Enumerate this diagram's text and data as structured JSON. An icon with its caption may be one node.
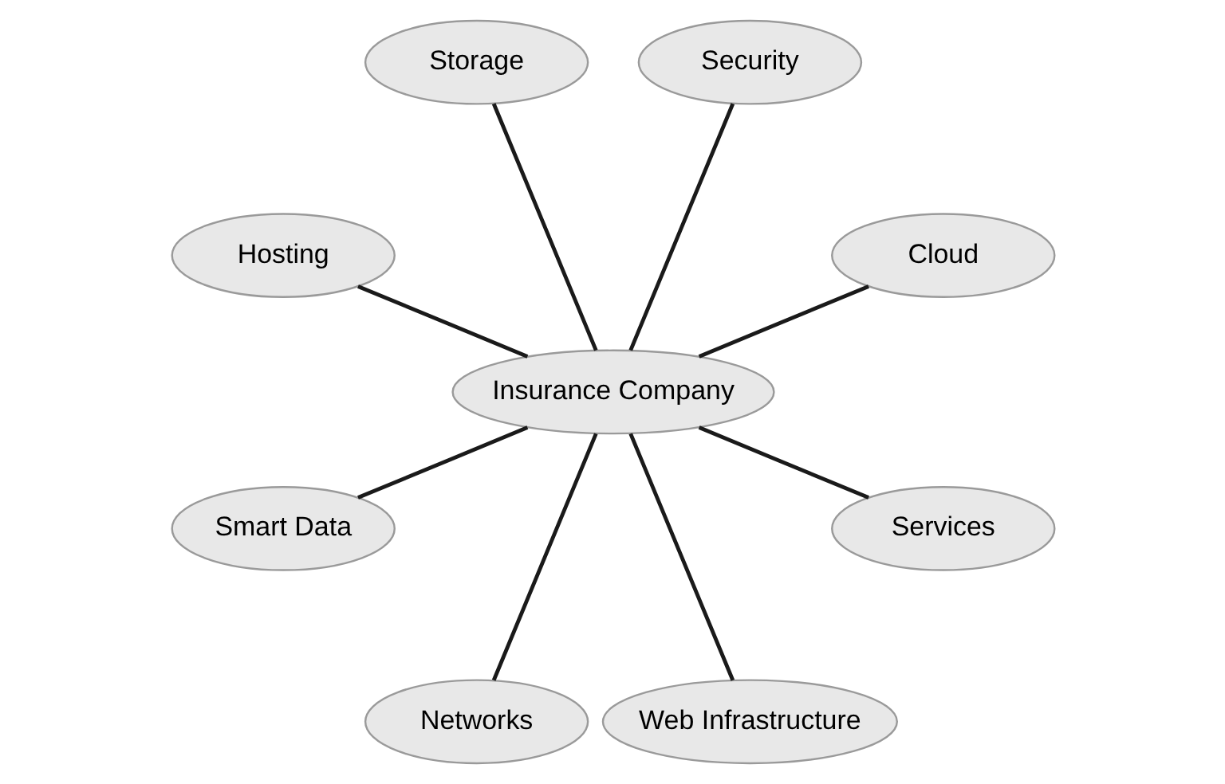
{
  "diagram": {
    "nodes": [
      {
        "text": [
          "Cloud"
        ]
      },
      {
        "text": [
          "Security"
        ]
      },
      {
        "text": [
          "Storage"
        ]
      },
      {
        "text": [
          "Hosting"
        ]
      },
      {
        "text": [
          "Insurance Company"
        ]
      },
      {
        "text": [
          "Smart Data"
        ]
      },
      {
        "text": [
          "Networks"
        ]
      },
      {
        "text": [
          "Web Infrastructure"
        ]
      },
      {
        "text": [
          "Services"
        ]
      }
    ],
    "edges": [
      {
        "from": 4,
        "to": 0,
        "arrow": "none"
      },
      {
        "from": 4,
        "to": 1,
        "arrow": "none"
      },
      {
        "from": 4,
        "to": 3,
        "arrow": "none"
      },
      {
        "from": 4,
        "to": 6,
        "arrow": "none"
      },
      {
        "from": 4,
        "to": 8,
        "arrow": "none"
      },
      {
        "from": 4,
        "to": 7,
        "arrow": "none"
      },
      {
        "from": 4,
        "to": 5,
        "arrow": "none"
      },
      {
        "from": 4,
        "to": 2,
        "arrow": "none"
      }
    ]
  }
}
